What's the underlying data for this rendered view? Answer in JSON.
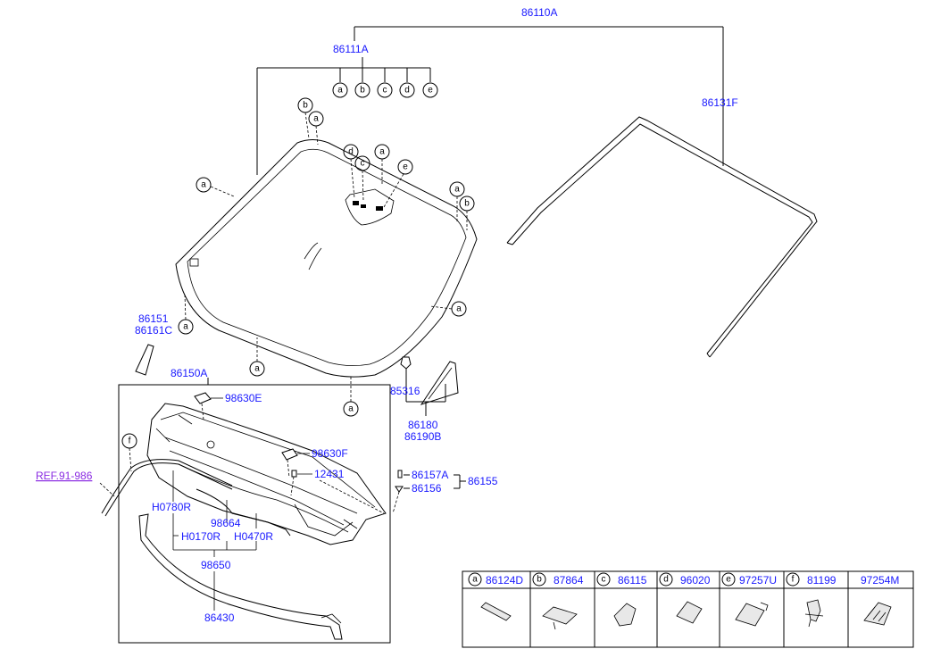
{
  "parts": {
    "windshield_assy": "86110A",
    "glass": "86111A",
    "molding": "86131F",
    "cowl_assy": "86150A",
    "bracket_1": "86151",
    "bracket_2": "86161C",
    "clip_85316": "85316",
    "cover_1": "86180",
    "cover_2": "86190B",
    "nozzle_1": "98630E",
    "nozzle_2": "98630F",
    "screw": "12431",
    "fastener_1": "86157A",
    "fastener_2": "86156",
    "fastener_set": "86155",
    "ref": "REF.91-986",
    "hose_1": "H0780R",
    "connector": "98664",
    "hose_2": "H0170R",
    "hose_3": "H0470R",
    "hose_assy": "98650",
    "seal": "86430"
  },
  "callouts": {
    "a": "a",
    "b": "b",
    "c": "c",
    "d": "d",
    "e": "e",
    "f": "f"
  },
  "legend": {
    "items": [
      {
        "letter": "a",
        "part": "86124D"
      },
      {
        "letter": "b",
        "part": "87864"
      },
      {
        "letter": "c",
        "part": "86115"
      },
      {
        "letter": "d",
        "part": "96020"
      },
      {
        "letter": "e",
        "part": "97257U"
      },
      {
        "letter": "f",
        "part": "81199"
      },
      {
        "letter": "",
        "part": "97254M"
      }
    ]
  }
}
